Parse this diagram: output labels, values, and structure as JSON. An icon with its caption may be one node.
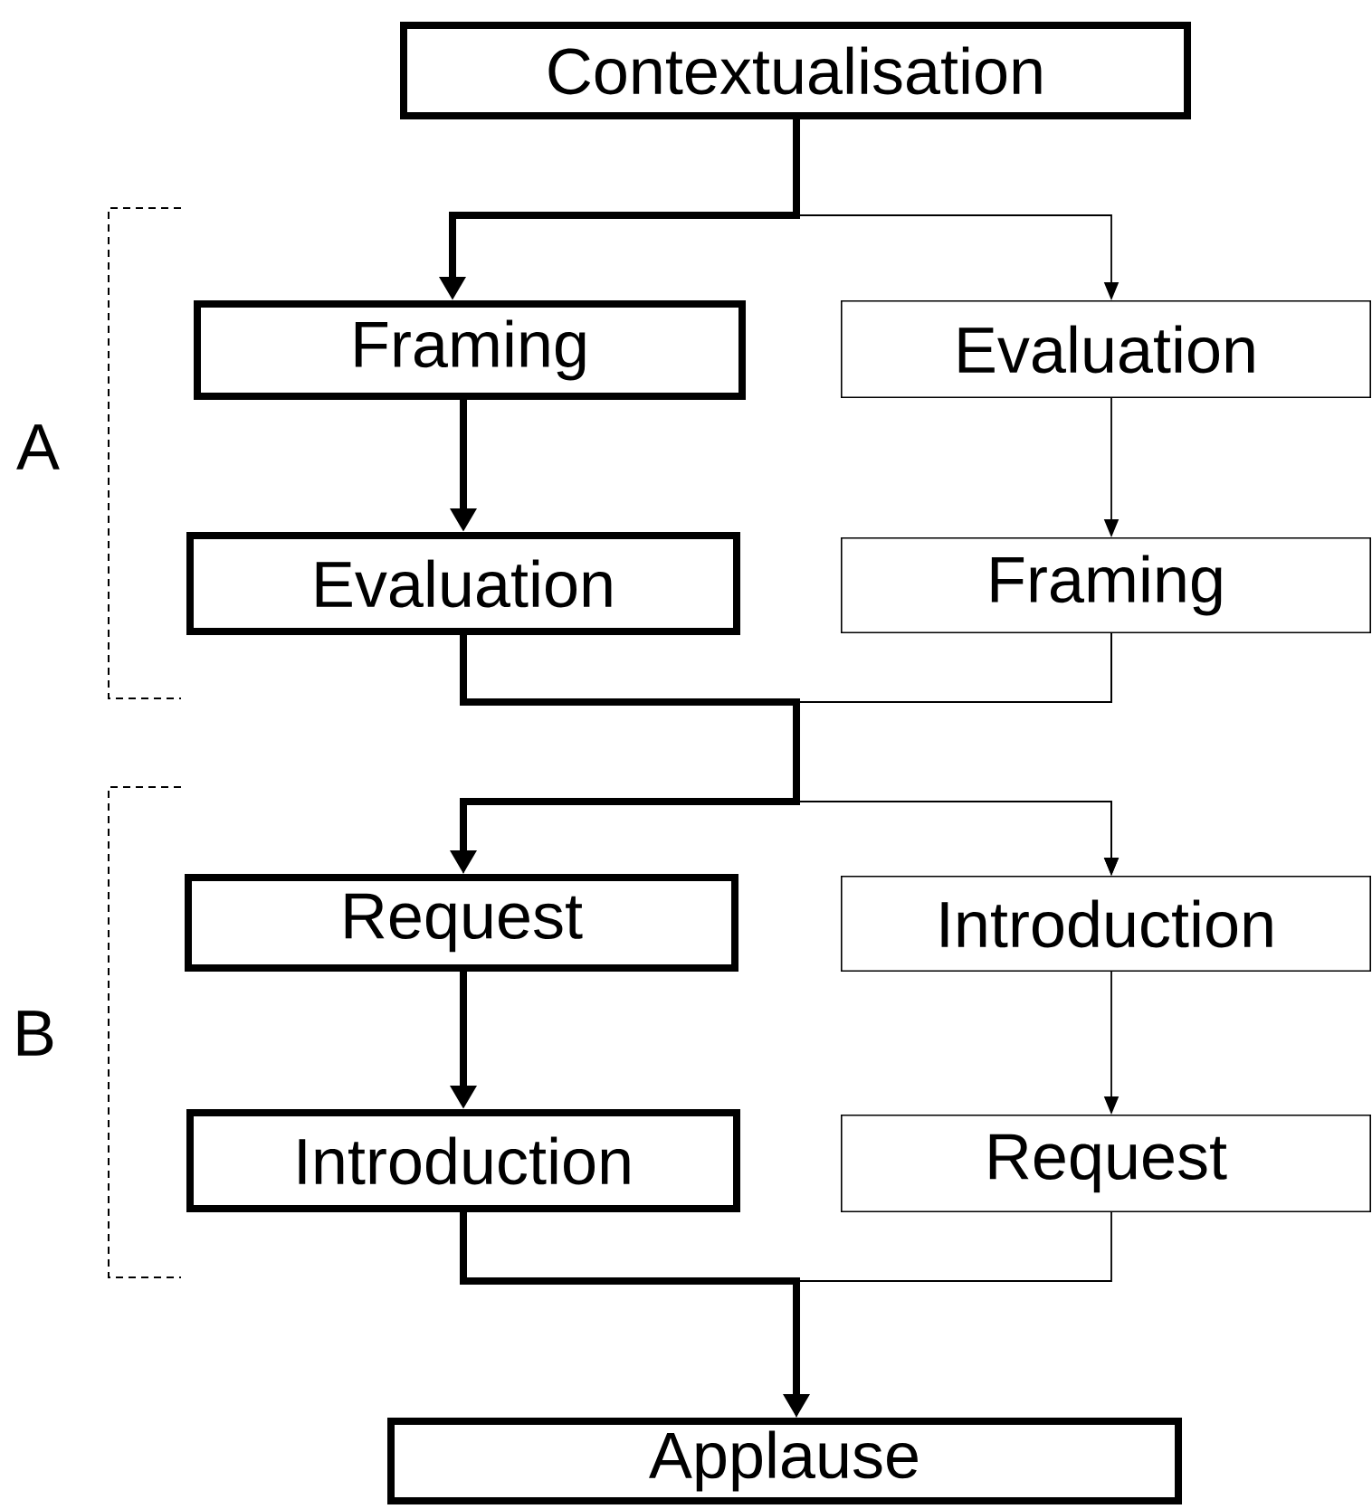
{
  "diagram": {
    "nodes": [
      {
        "text": [
          "Contextualisation"
        ]
      },
      {
        "text": [
          "Framing"
        ]
      },
      {
        "text": [
          "Evaluation"
        ]
      },
      {
        "text": [
          "Evaluation"
        ]
      },
      {
        "text": [
          "Framing"
        ]
      },
      {
        "text": [
          "Request"
        ]
      },
      {
        "text": [
          "Introduction"
        ]
      },
      {
        "text": [
          "Introduction"
        ]
      },
      {
        "text": [
          "Request"
        ]
      },
      {
        "text": [
          "Applause"
        ]
      }
    ],
    "edges": [
      {
        "from": 0,
        "to": 1,
        "arrow": "to",
        "style": "thick"
      },
      {
        "from": 0,
        "to": 2,
        "arrow": "to"
      },
      {
        "from": 1,
        "to": 3,
        "arrow": "to",
        "style": "thick"
      },
      {
        "from": 2,
        "to": 4,
        "arrow": "to"
      },
      {
        "from": 3,
        "to": 5,
        "arrow": "to",
        "style": "thick"
      },
      {
        "from": 3,
        "to": 6,
        "arrow": "to"
      },
      {
        "from": 4,
        "to": 5,
        "arrow": "to"
      },
      {
        "from": 4,
        "to": 6,
        "arrow": "to"
      },
      {
        "from": 5,
        "to": 7,
        "arrow": "to",
        "style": "thick"
      },
      {
        "from": 6,
        "to": 8,
        "arrow": "to"
      },
      {
        "from": 7,
        "to": 9,
        "arrow": "to",
        "style": "thick"
      },
      {
        "from": 8,
        "to": 9,
        "arrow": "to"
      }
    ],
    "labels": [
      "A",
      "B"
    ]
  }
}
